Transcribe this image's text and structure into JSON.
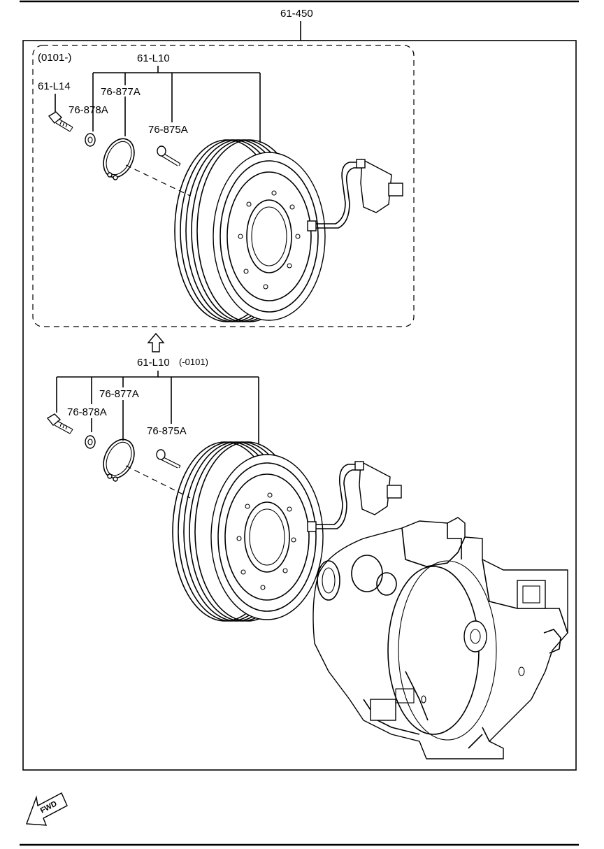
{
  "assembly": {
    "part_number": "61-450"
  },
  "upper_group": {
    "range": "(0101-)",
    "kit": "61-L10",
    "bolt": "61-L14",
    "snap_ring": "76-877A",
    "shim": "76-878A",
    "screw": "76-875A"
  },
  "lower_group": {
    "kit": "61-L10",
    "kit_range": "(-0101)",
    "snap_ring": "76-877A",
    "shim": "76-878A",
    "screw": "76-875A"
  },
  "fwd_label": "FWD",
  "icons": [
    "up-arrow-icon",
    "fwd-arrow-icon"
  ]
}
